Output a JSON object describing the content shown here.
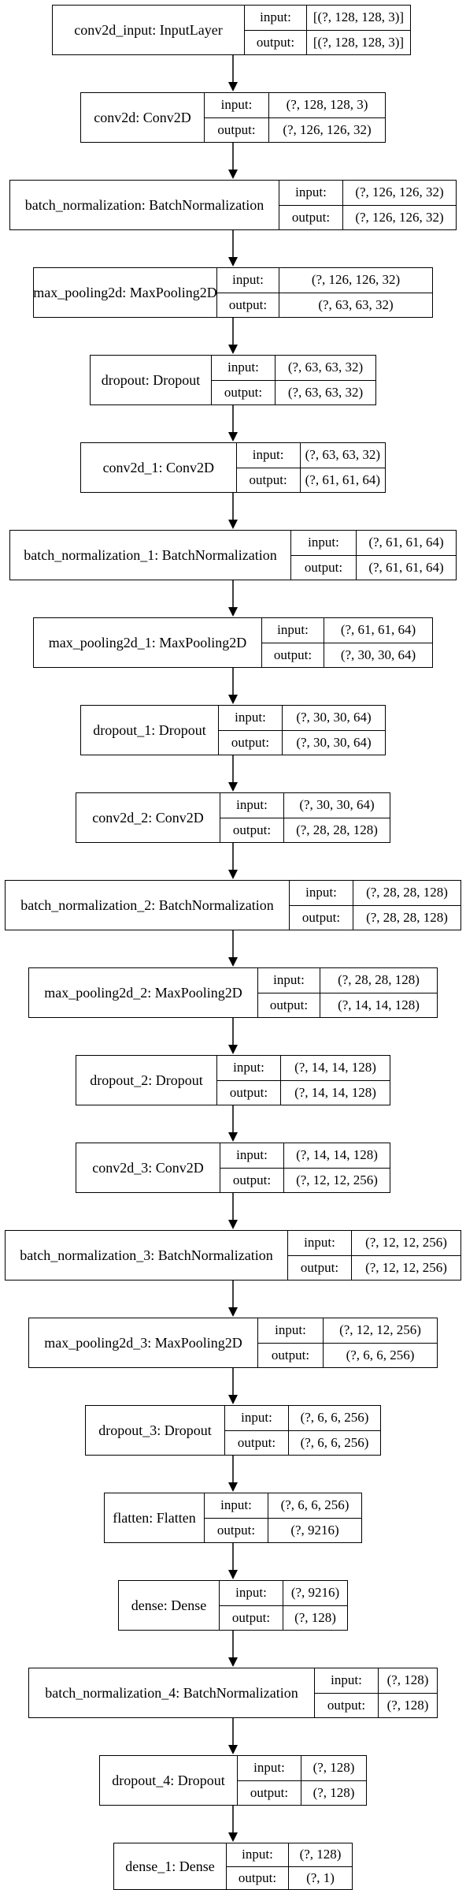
{
  "input_label": "input:",
  "output_label": "output:",
  "edge_color": "#000000",
  "layers": [
    {
      "name": "conv2d_input: InputLayer",
      "input": "[(?, 128, 128, 3)]",
      "output": "[(?, 128, 128, 3)]"
    },
    {
      "name": "conv2d: Conv2D",
      "input": "(?, 128, 128, 3)",
      "output": "(?, 126, 126, 32)"
    },
    {
      "name": "batch_normalization: BatchNormalization",
      "input": "(?, 126, 126, 32)",
      "output": "(?, 126, 126, 32)"
    },
    {
      "name": "max_pooling2d: MaxPooling2D",
      "input": "(?, 126, 126, 32)",
      "output": "(?, 63, 63, 32)"
    },
    {
      "name": "dropout: Dropout",
      "input": "(?, 63, 63, 32)",
      "output": "(?, 63, 63, 32)"
    },
    {
      "name": "conv2d_1: Conv2D",
      "input": "(?, 63, 63, 32)",
      "output": "(?, 61, 61, 64)"
    },
    {
      "name": "batch_normalization_1: BatchNormalization",
      "input": "(?, 61, 61, 64)",
      "output": "(?, 61, 61, 64)"
    },
    {
      "name": "max_pooling2d_1: MaxPooling2D",
      "input": "(?, 61, 61, 64)",
      "output": "(?, 30, 30, 64)"
    },
    {
      "name": "dropout_1: Dropout",
      "input": "(?, 30, 30, 64)",
      "output": "(?, 30, 30, 64)"
    },
    {
      "name": "conv2d_2: Conv2D",
      "input": "(?, 30, 30, 64)",
      "output": "(?, 28, 28, 128)"
    },
    {
      "name": "batch_normalization_2: BatchNormalization",
      "input": "(?, 28, 28, 128)",
      "output": "(?, 28, 28, 128)"
    },
    {
      "name": "max_pooling2d_2: MaxPooling2D",
      "input": "(?, 28, 28, 128)",
      "output": "(?, 14, 14, 128)"
    },
    {
      "name": "dropout_2: Dropout",
      "input": "(?, 14, 14, 128)",
      "output": "(?, 14, 14, 128)"
    },
    {
      "name": "conv2d_3: Conv2D",
      "input": "(?, 14, 14, 128)",
      "output": "(?, 12, 12, 256)"
    },
    {
      "name": "batch_normalization_3: BatchNormalization",
      "input": "(?, 12, 12, 256)",
      "output": "(?, 12, 12, 256)"
    },
    {
      "name": "max_pooling2d_3: MaxPooling2D",
      "input": "(?, 12, 12, 256)",
      "output": "(?, 6, 6, 256)"
    },
    {
      "name": "dropout_3: Dropout",
      "input": "(?, 6, 6, 256)",
      "output": "(?, 6, 6, 256)"
    },
    {
      "name": "flatten: Flatten",
      "input": "(?, 6, 6, 256)",
      "output": "(?, 9216)"
    },
    {
      "name": "dense: Dense",
      "input": "(?, 9216)",
      "output": "(?, 128)"
    },
    {
      "name": "batch_normalization_4: BatchNormalization",
      "input": "(?, 128)",
      "output": "(?, 128)"
    },
    {
      "name": "dropout_4: Dropout",
      "input": "(?, 128)",
      "output": "(?, 128)"
    },
    {
      "name": "dense_1: Dense",
      "input": "(?, 128)",
      "output": "(?, 1)"
    }
  ]
}
